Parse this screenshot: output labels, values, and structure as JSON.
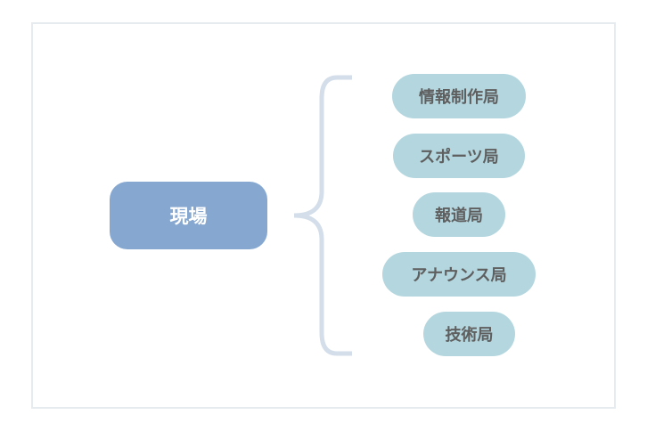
{
  "root": {
    "label": "現場"
  },
  "children": [
    {
      "label": "情報制作局"
    },
    {
      "label": "スポーツ局"
    },
    {
      "label": "報道局"
    },
    {
      "label": "アナウンス局"
    },
    {
      "label": "技術局"
    }
  ],
  "colors": {
    "root": "#85a7d0",
    "child": "#b3d6df",
    "brace": "#d3deea",
    "frame": "#e6ebf0"
  }
}
